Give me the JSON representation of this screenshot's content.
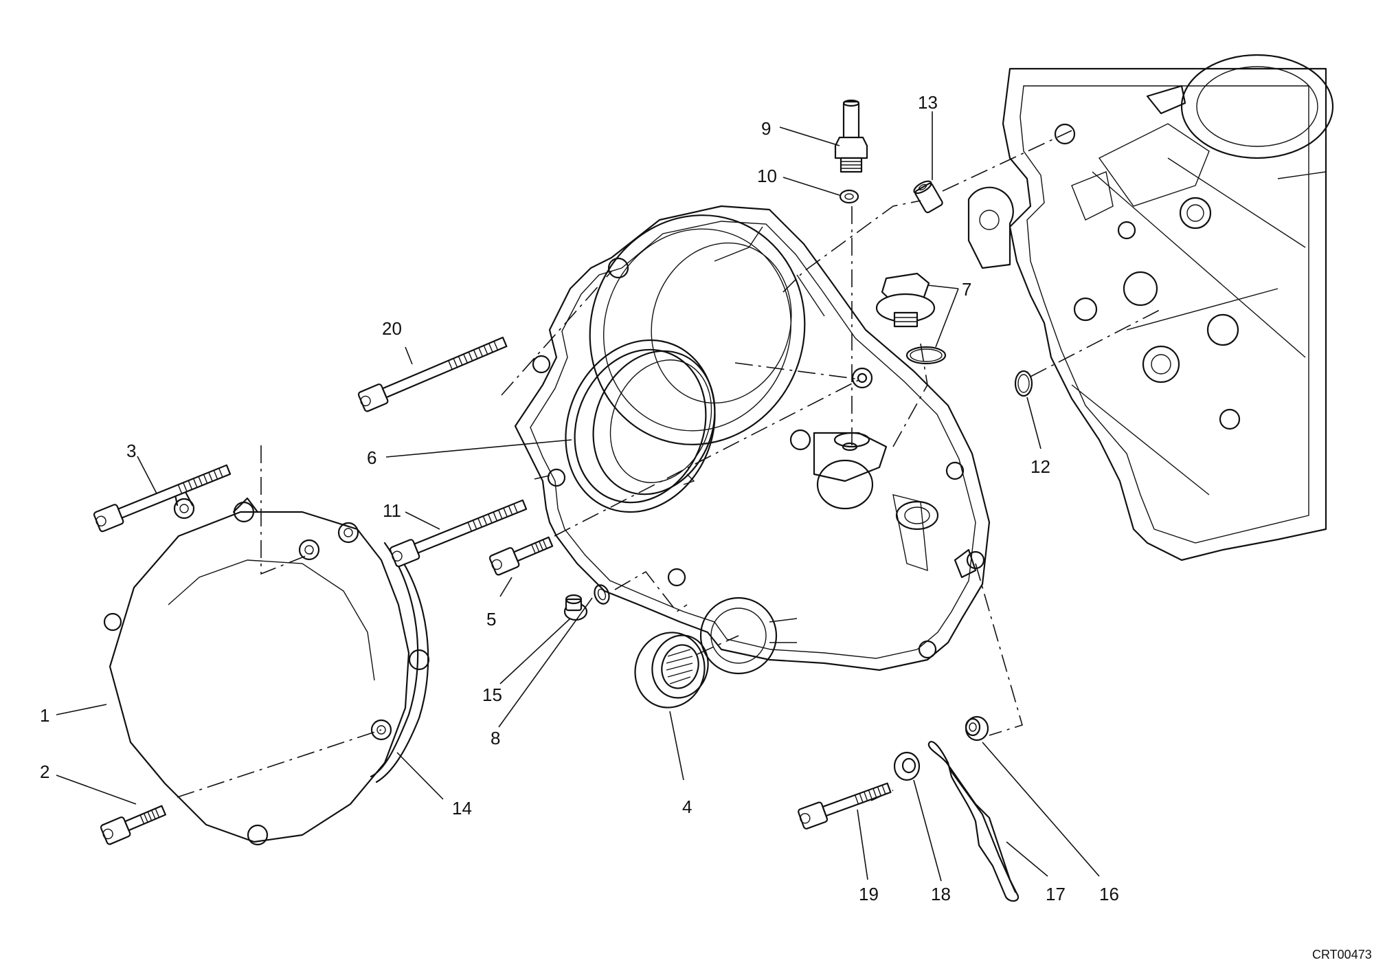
{
  "callouts": {
    "c1": "1",
    "c2": "2",
    "c3": "3",
    "c4": "4",
    "c5": "5",
    "c6": "6",
    "c7": "7",
    "c8": "8",
    "c9": "9",
    "c10": "10",
    "c11": "11",
    "c12": "12",
    "c13": "13",
    "c14": "14",
    "c15": "15",
    "c16": "16",
    "c17": "17",
    "c18": "18",
    "c19": "19",
    "c20": "20"
  },
  "drawing_code": "CRT00473",
  "parts": {
    "p1": "clutch-cover",
    "p2": "screw",
    "p3": "screw",
    "p4": "oil-seal",
    "p5": "screw",
    "p6": "gasket-ring",
    "p7": "oil-filler-plug",
    "p8": "sealing-washer",
    "p9": "sensor",
    "p10": "sealing-washer",
    "p11": "screw",
    "p12": "o-ring",
    "p13": "dowel-bush",
    "p14": "gasket",
    "p15": "plug",
    "p16": "grommet",
    "p17": "clip",
    "p18": "washer",
    "p19": "screw",
    "p20": "screw"
  }
}
